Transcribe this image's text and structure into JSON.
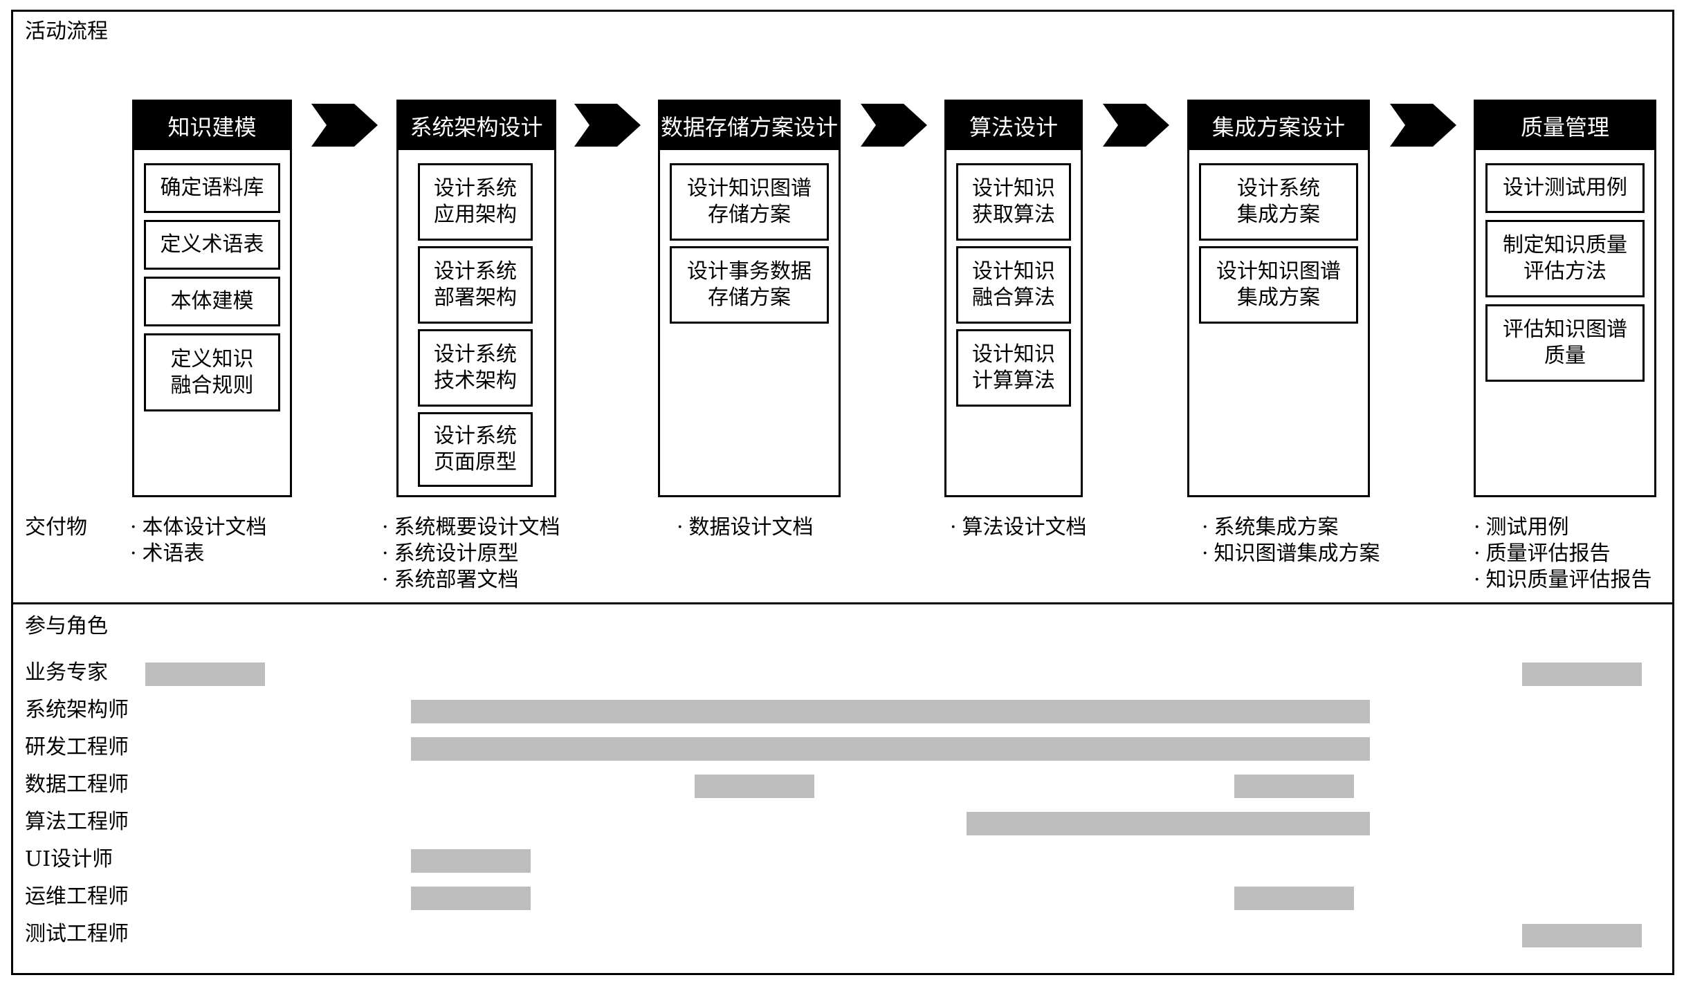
{
  "sections": {
    "activity_flow": "活动流程",
    "deliverables": "交付物",
    "roles": "参与角色"
  },
  "stages": [
    {
      "title": "知识建模",
      "tasks": [
        "确定语料库",
        "定义术语表",
        "本体建模",
        "定义知识\n融合规则"
      ]
    },
    {
      "title": "系统架构设计",
      "tasks": [
        "设计系统\n应用架构",
        "设计系统\n部署架构",
        "设计系统\n技术架构",
        "设计系统\n页面原型"
      ]
    },
    {
      "title": "数据存储方案设计",
      "tasks": [
        "设计知识图谱\n存储方案",
        "设计事务数据\n存储方案"
      ]
    },
    {
      "title": "算法设计",
      "tasks": [
        "设计知识\n获取算法",
        "设计知识\n融合算法",
        "设计知识\n计算算法"
      ]
    },
    {
      "title": "集成方案设计",
      "tasks": [
        "设计系统\n集成方案",
        "设计知识图谱\n集成方案"
      ]
    },
    {
      "title": "质量管理",
      "tasks": [
        "设计测试用例",
        "制定知识质量\n评估方法",
        "评估知识图谱\n质量"
      ]
    }
  ],
  "deliverables": [
    [
      "本体设计文档",
      "术语表"
    ],
    [
      "系统概要设计文档",
      "系统设计原型",
      "系统部署文档"
    ],
    [
      "数据设计文档"
    ],
    [
      "算法设计文档"
    ],
    [
      "系统集成方案",
      "知识图谱集成方案"
    ],
    [
      "测试用例",
      "质量评估报告",
      "知识质量评估报告"
    ]
  ],
  "roles": [
    {
      "name": "业务专家",
      "active_stages": [
        1,
        6
      ]
    },
    {
      "name": "系统架构师",
      "active_stages": [
        2,
        3,
        4,
        5
      ]
    },
    {
      "name": "研发工程师",
      "active_stages": [
        2,
        3
      ]
    },
    {
      "name": "数据工程师",
      "active_stages": [
        3,
        5
      ]
    },
    {
      "name": "算法工程师",
      "active_stages": [
        4,
        5
      ]
    },
    {
      "name": "UI设计师",
      "active_stages": [
        2
      ]
    },
    {
      "name": "运维工程师",
      "active_stages": [
        2,
        5
      ]
    },
    {
      "name": "测试工程师",
      "active_stages": [
        6
      ]
    }
  ],
  "colors": {
    "header_bg": "#000000",
    "bar": "#bdbdbd",
    "arrow": "#000000"
  }
}
